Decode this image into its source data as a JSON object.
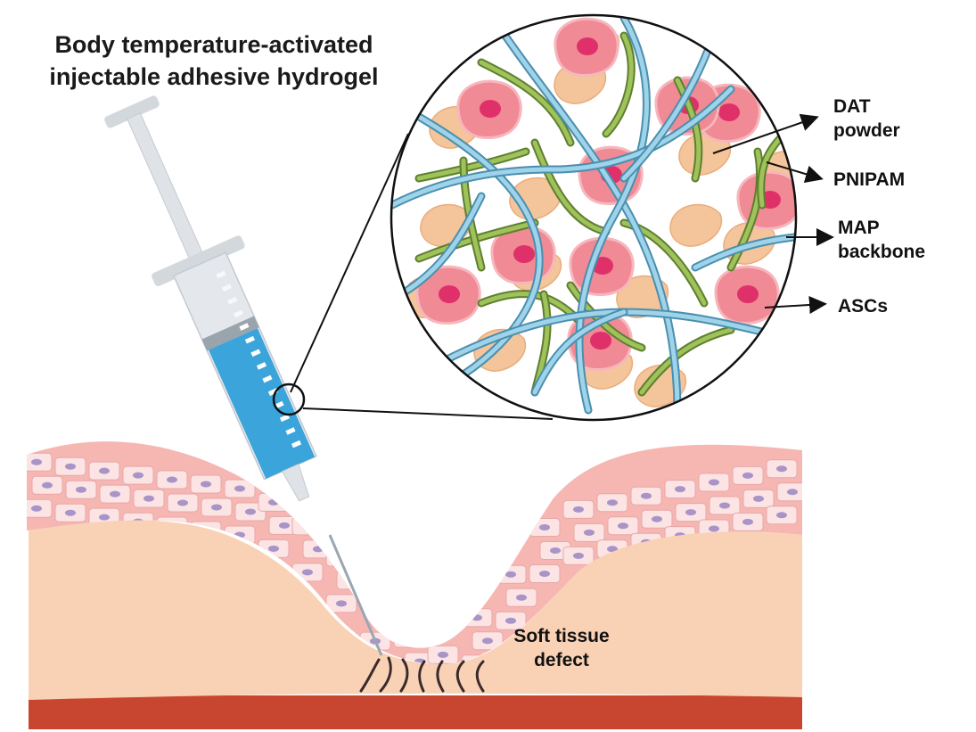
{
  "title": {
    "line1": "Body temperature-activated",
    "line2": "injectable adhesive hydrogel"
  },
  "labels": {
    "dat_line1": "DAT",
    "dat_line2": "powder",
    "pnipam": "PNIPAM",
    "map_line1": "MAP",
    "map_line2": "backbone",
    "ascs": "ASCs",
    "defect_line1": "Soft tissue",
    "defect_line2": "defect"
  },
  "colors": {
    "fiber_blue": "#7fc0dc",
    "fiber_green": "#8aab4a",
    "cell_pink": "#f08a95",
    "nucleus": "#e0306a",
    "dat_orange": "#f4c49a",
    "syringe_fluid": "#3aa4db",
    "skin_pink": "#f6b7b3",
    "tissue_peach": "#f9d2b6",
    "muscle_red": "#c8462f"
  }
}
